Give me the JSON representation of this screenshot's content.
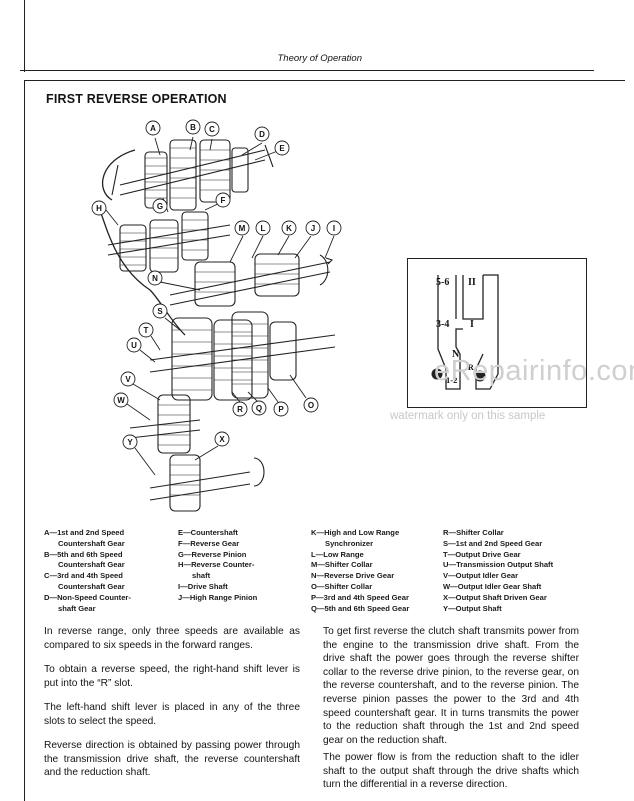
{
  "header": {
    "title": "Theory of Operation"
  },
  "section": {
    "title": "FIRST REVERSE OPERATION"
  },
  "callouts": [
    "A",
    "B",
    "C",
    "D",
    "E",
    "F",
    "G",
    "H",
    "I",
    "J",
    "K",
    "L",
    "M",
    "N",
    "O",
    "P",
    "Q",
    "R",
    "S",
    "T",
    "U",
    "V",
    "W",
    "X",
    "Y"
  ],
  "shift_pattern": {
    "pos_56": "5-6",
    "pos_34": "3-4",
    "pos_12": "1-2",
    "gear_II": "II",
    "gear_I": "I",
    "neutral": "N",
    "reverse": "R"
  },
  "legend": {
    "col1": [
      "A—1st and 2nd Speed",
      "Countershaft Gear",
      "B—5th and 6th Speed",
      "Countershaft Gear",
      "C—3rd and 4th Speed",
      "Countershaft Gear",
      "D—Non-Speed Counter-",
      "shaft Gear"
    ],
    "col2": [
      "E—Countershaft",
      "F—Reverse Gear",
      "G—Reverse Pinion",
      "H—Reverse Counter-",
      "shaft",
      "I—Drive Shaft",
      "J—High Range Pinion"
    ],
    "col3": [
      "K—High and Low Range",
      "Synchronizer",
      "L—Low Range",
      "M—Shifter Collar",
      "N—Reverse Drive Gear",
      "O—Shifter Collar",
      "P—3rd and 4th Speed Gear",
      "Q—5th and 6th Speed Gear"
    ],
    "col4": [
      "R—Shifter Collar",
      "S—1st and 2nd Speed Gear",
      "T—Output Drive Gear",
      "U—Transmission Output Shaft",
      "V—Output Idler Gear",
      "W—Output Idler Gear Shaft",
      "X—Output Shaft Driven Gear",
      "Y—Output Shaft"
    ]
  },
  "body": {
    "left_p1": "In reverse range, only three speeds are available as compared to six speeds in the forward ranges.",
    "left_p2": "To obtain a reverse speed, the right-hand shift lever is put into the “R” slot.",
    "left_p3": "The left-hand shift lever is placed in any of the three slots to select the speed.",
    "left_p4": "Reverse direction is obtained by passing power through the transmission drive shaft, the reverse countershaft and the reduction shaft.",
    "right_p1": "To get first reverse the clutch shaft transmits power from the engine to the transmission drive shaft. From the drive shaft the power goes through the reverse shifter collar to the reverse drive pinion, to the reverse gear, on the reverse countershaft, and to the reverse pinion. The reverse pinion passes the power to the 3rd and 4th speed countershaft gear. It in turns transmits the power to the reduction shaft through the 1st and 2nd speed gear on the reduction shaft.",
    "right_p2": "The power flow is from the reduction shaft to the idler shaft to the output shaft through the drive shafts which turn the differential in a reverse direction."
  },
  "watermark": {
    "main": "eRepairinfo.com",
    "sub": "watermark only on this sample"
  }
}
